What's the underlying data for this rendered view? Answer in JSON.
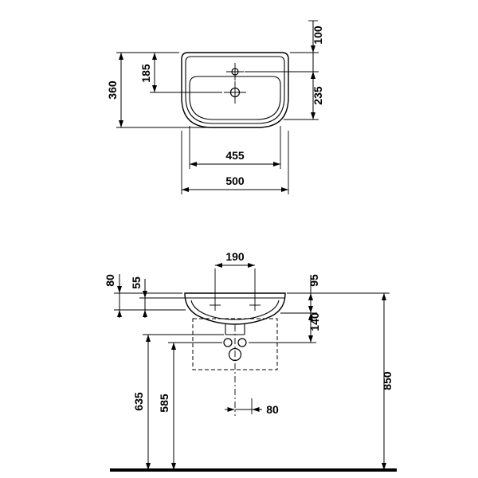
{
  "drawing_title": "washbasin-technical-drawing",
  "colors": {
    "line": "#000000",
    "background": "#ffffff"
  },
  "plan_view": {
    "dim_depth": "360",
    "dim_drain_from_back": "185",
    "dim_tap_from_back": "100",
    "dim_bowl_front": "235",
    "dim_bowl_width": "455",
    "dim_overall_width": "500"
  },
  "front_view": {
    "dim_tap_spacing": "190",
    "dim_rim_edge": "80",
    "dim_apron_edge": "55",
    "dim_overflow_drop": "95",
    "dim_side_depth": "140",
    "dim_trap_height": "635",
    "dim_fixing_height": "585",
    "dim_outlet_offset": "80",
    "dim_rim_height": "850"
  }
}
